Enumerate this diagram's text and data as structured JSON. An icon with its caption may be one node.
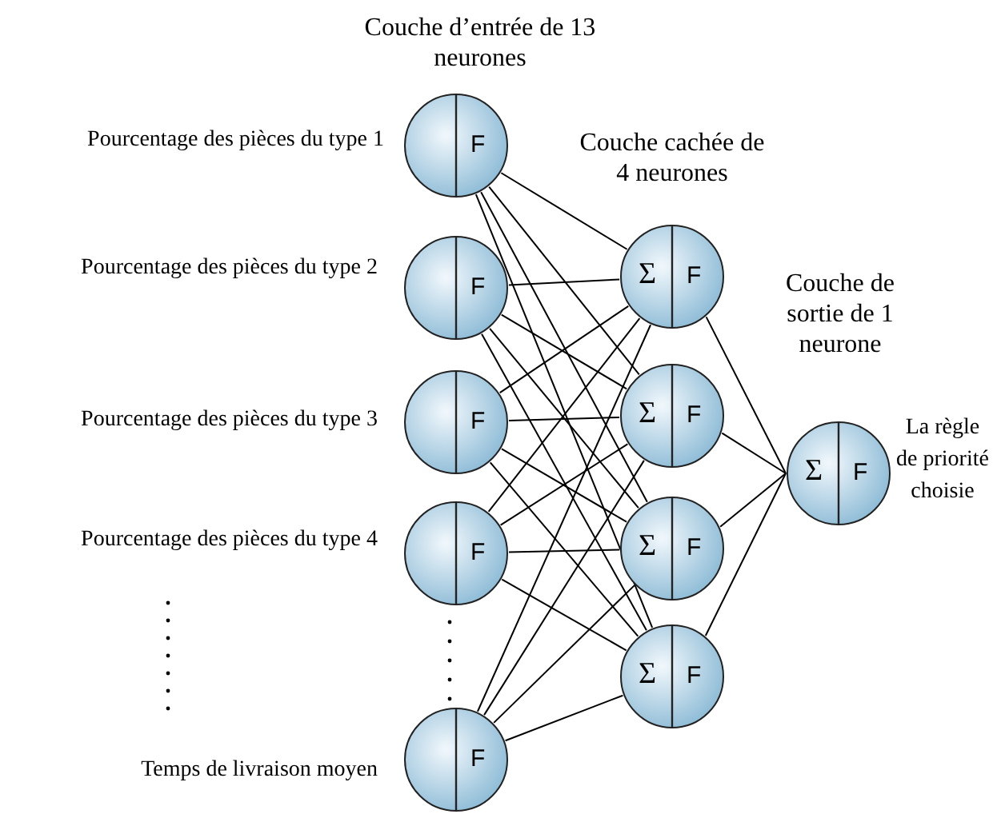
{
  "diagram": {
    "nodes": [
      {
        "text": [
          "F"
        ],
        "beside": [
          "Pourcentage des pièces du type 1"
        ]
      },
      {
        "text": [
          "F"
        ],
        "beside": [
          "Pourcentage des pièces du type 2"
        ]
      },
      {
        "text": [
          "F"
        ],
        "beside": [
          "Pourcentage des pièces du type 3"
        ]
      },
      {
        "text": [
          "F"
        ],
        "beside": [
          "Pourcentage des pièces du type 4"
        ]
      },
      {
        "text": [
          "F"
        ],
        "beside": [
          "Temps de livraison moyen"
        ]
      },
      {
        "text": [
          "Σ",
          "F"
        ]
      },
      {
        "text": [
          "Σ",
          "F"
        ]
      },
      {
        "text": [
          "Σ",
          "F"
        ]
      },
      {
        "text": [
          "Σ",
          "F"
        ]
      },
      {
        "text": [
          "Σ",
          "F"
        ],
        "beside": [
          "La règle de priorité choisie"
        ]
      }
    ],
    "edges": [
      {
        "from": 0,
        "to": 5,
        "arrow": "none"
      },
      {
        "from": 0,
        "to": 6,
        "arrow": "none"
      },
      {
        "from": 0,
        "to": 7,
        "arrow": "none"
      },
      {
        "from": 0,
        "to": 8,
        "arrow": "none"
      },
      {
        "from": 1,
        "to": 5,
        "arrow": "none"
      },
      {
        "from": 1,
        "to": 6,
        "arrow": "none"
      },
      {
        "from": 1,
        "to": 7,
        "arrow": "none"
      },
      {
        "from": 1,
        "to": 8,
        "arrow": "none"
      },
      {
        "from": 2,
        "to": 5,
        "arrow": "none"
      },
      {
        "from": 2,
        "to": 6,
        "arrow": "none"
      },
      {
        "from": 2,
        "to": 7,
        "arrow": "none"
      },
      {
        "from": 2,
        "to": 8,
        "arrow": "none"
      },
      {
        "from": 3,
        "to": 5,
        "arrow": "none"
      },
      {
        "from": 3,
        "to": 6,
        "arrow": "none"
      },
      {
        "from": 3,
        "to": 7,
        "arrow": "none"
      },
      {
        "from": 3,
        "to": 8,
        "arrow": "none"
      },
      {
        "from": 4,
        "to": 5,
        "arrow": "none"
      },
      {
        "from": 4,
        "to": 6,
        "arrow": "none"
      },
      {
        "from": 4,
        "to": 7,
        "arrow": "none"
      },
      {
        "from": 4,
        "to": 8,
        "arrow": "none"
      },
      {
        "from": 5,
        "to": 9,
        "arrow": "none"
      },
      {
        "from": 6,
        "to": 9,
        "arrow": "none"
      },
      {
        "from": 7,
        "to": 9,
        "arrow": "none"
      },
      {
        "from": 8,
        "to": 9,
        "arrow": "none"
      }
    ],
    "labels": [
      "Couche d’entrée de 13 neurones",
      "Couche cachée de 4 neurones",
      "Couche de sortie de 1 neurone"
    ]
  }
}
